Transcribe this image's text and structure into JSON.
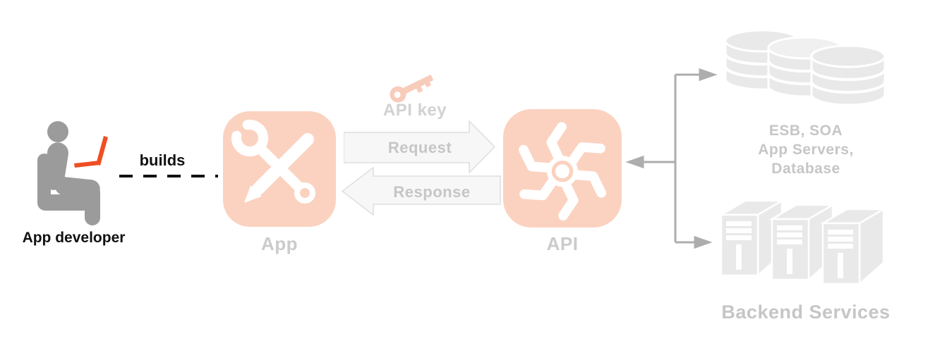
{
  "developer": {
    "name": "App developer",
    "action": "builds"
  },
  "app": {
    "label": "App"
  },
  "api": {
    "label": "API"
  },
  "api_key": {
    "label": "API key"
  },
  "flow": {
    "request": "Request",
    "response": "Response"
  },
  "backends": {
    "integration": {
      "lines": [
        "ESB, SOA",
        "App Servers,",
        "Database"
      ]
    },
    "services": {
      "label": "Backend Services"
    }
  },
  "colors": {
    "tile_salmon": "#FBD2C0",
    "key_salmon": "#F8CCBA",
    "laptop_orange": "#F04E23",
    "person_gray": "#9B9B9B",
    "icon_label_gray": "#CBCBCB",
    "arrow_fill": "#F7F7F7",
    "arrow_border": "#DEDEDE",
    "arrow_text_gray": "#C6C6C6",
    "connector_gray": "#ADADAD",
    "backend_gray": "#E9E9E9",
    "backend_text_gray": "#C6C6C6",
    "text_black": "#111111"
  }
}
